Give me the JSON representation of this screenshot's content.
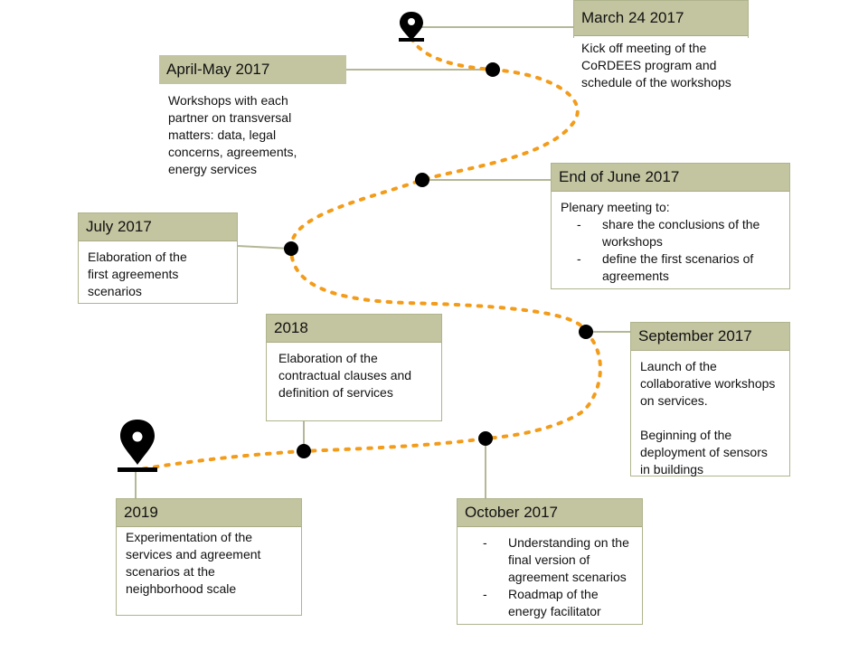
{
  "colors": {
    "header_fill": "#c3c4a0",
    "connector": "#b5b796",
    "dotted_path": "#f39c1a",
    "marker": "#000000"
  },
  "events": [
    {
      "id": "march-2017",
      "title": "March 24 2017",
      "lines": [
        "Kick off meeting of the CoRDEES program and schedule of the workshops"
      ],
      "bullets": []
    },
    {
      "id": "april-may-2017",
      "title": "April-May 2017",
      "lines": [
        "Workshops with each partner on transversal matters: data, legal concerns, agreements, energy services"
      ],
      "bullets": []
    },
    {
      "id": "june-2017",
      "title": "End of June 2017",
      "lines": [
        "Plenary meeting to:"
      ],
      "bullets": [
        "share the conclusions of the workshops",
        "define the first scenarios of agreements"
      ]
    },
    {
      "id": "july-2017",
      "title": "July 2017",
      "lines": [
        "Elaboration of the first agreements scenarios"
      ],
      "bullets": []
    },
    {
      "id": "year-2018",
      "title": "2018",
      "lines": [
        "Elaboration of the contractual clauses and definition of services"
      ],
      "bullets": []
    },
    {
      "id": "september-2017",
      "title": "September 2017",
      "lines": [
        "Launch of the collaborative workshops on services.",
        "Beginning of the deployment of sensors in buildings"
      ],
      "bullets": []
    },
    {
      "id": "year-2019",
      "title": "2019",
      "lines": [
        "Experimentation of the services and agreement scenarios at the neighborhood scale"
      ],
      "bullets": []
    },
    {
      "id": "october-2017",
      "title": "October 2017",
      "lines": [],
      "bullets": [
        "Understanding on the final version of agreement scenarios",
        "Roadmap of the energy facilitator"
      ]
    }
  ]
}
